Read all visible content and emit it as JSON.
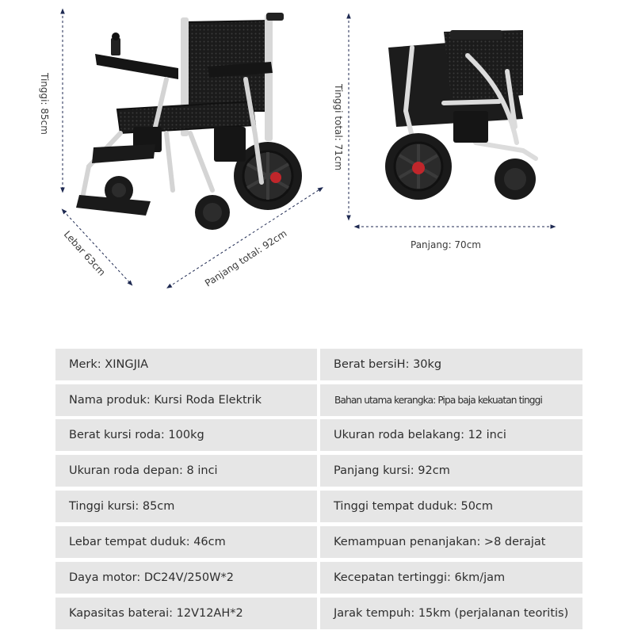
{
  "dimensions": {
    "height": "Tinggi: 85cm",
    "width": "Lebar 63cm",
    "total_length": "Panjang total: 92cm",
    "total_height": "Tinggi total: 71cm",
    "length": "Panjang: 70cm"
  },
  "specs": [
    {
      "left": "Merk: XINGJIA",
      "right": "Berat bersiH: 30kg"
    },
    {
      "left": "Nama produk: Kursi Roda Elektrik",
      "right": "Bahan utama kerangka: Pipa baja kekuatan tinggi"
    },
    {
      "left": "Berat kursi roda: 100kg",
      "right": "Ukuran roda belakang: 12 inci"
    },
    {
      "left": "Ukuran roda depan: 8 inci",
      "right": "Panjang kursi: 92cm"
    },
    {
      "left": "Tinggi kursi: 85cm",
      "right": "Tinggi tempat duduk: 50cm"
    },
    {
      "left": "Lebar tempat duduk: 46cm",
      "right": "Kemampuan penanjakan: >8 derajat"
    },
    {
      "left": "Daya motor: DC24V/250W*2",
      "right": "Kecepatan tertinggi: 6km/jam"
    },
    {
      "left": "Kapasitas baterai: 12V12AH*2",
      "right": "Jarak tempuh: 15km (perjalanan teoritis)"
    }
  ],
  "colors": {
    "dimension_line": "#1f2a52",
    "table_cell": "#e6e6e6",
    "frame": "#d8d8d8",
    "seat": "#1a1a1a",
    "hub_red": "#c0262b"
  }
}
